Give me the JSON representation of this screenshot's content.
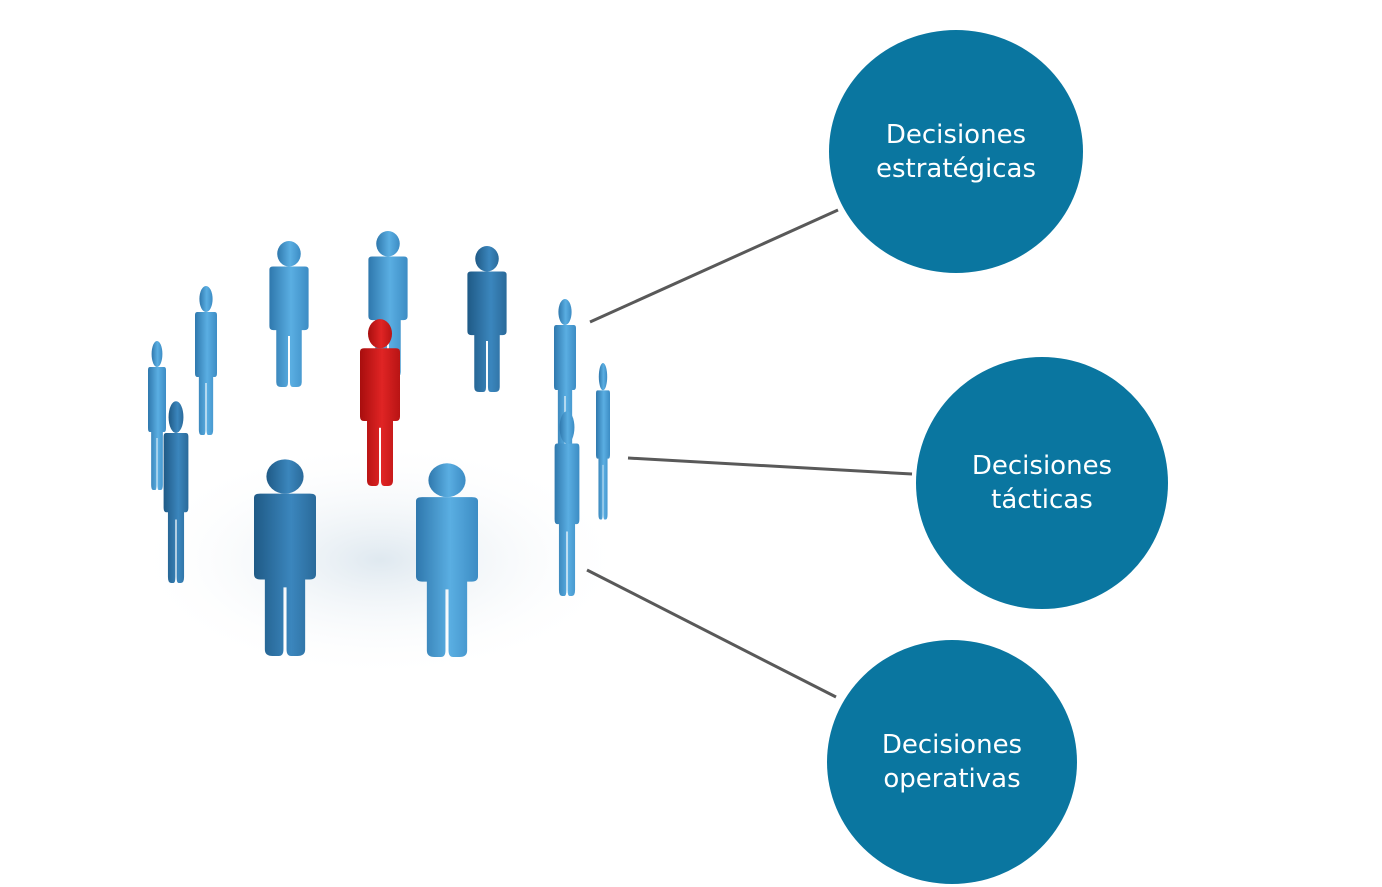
{
  "colors": {
    "circle_fill": "#0a76a0",
    "circle_text": "#ffffff",
    "connector": "#595959",
    "person_blue": "#4d9fd6",
    "person_blue_dark": "#2b6e9e",
    "person_red": "#d21c1c"
  },
  "figure": {
    "icon": "group-of-people-in-circle-with-red-leader",
    "leader_color": "red"
  },
  "nodes": [
    {
      "line1": "Decisiones",
      "line2": "estratégicas"
    },
    {
      "line1": "Decisiones",
      "line2": "tácticas"
    },
    {
      "line1": "Decisiones",
      "line2": "operativas"
    }
  ]
}
